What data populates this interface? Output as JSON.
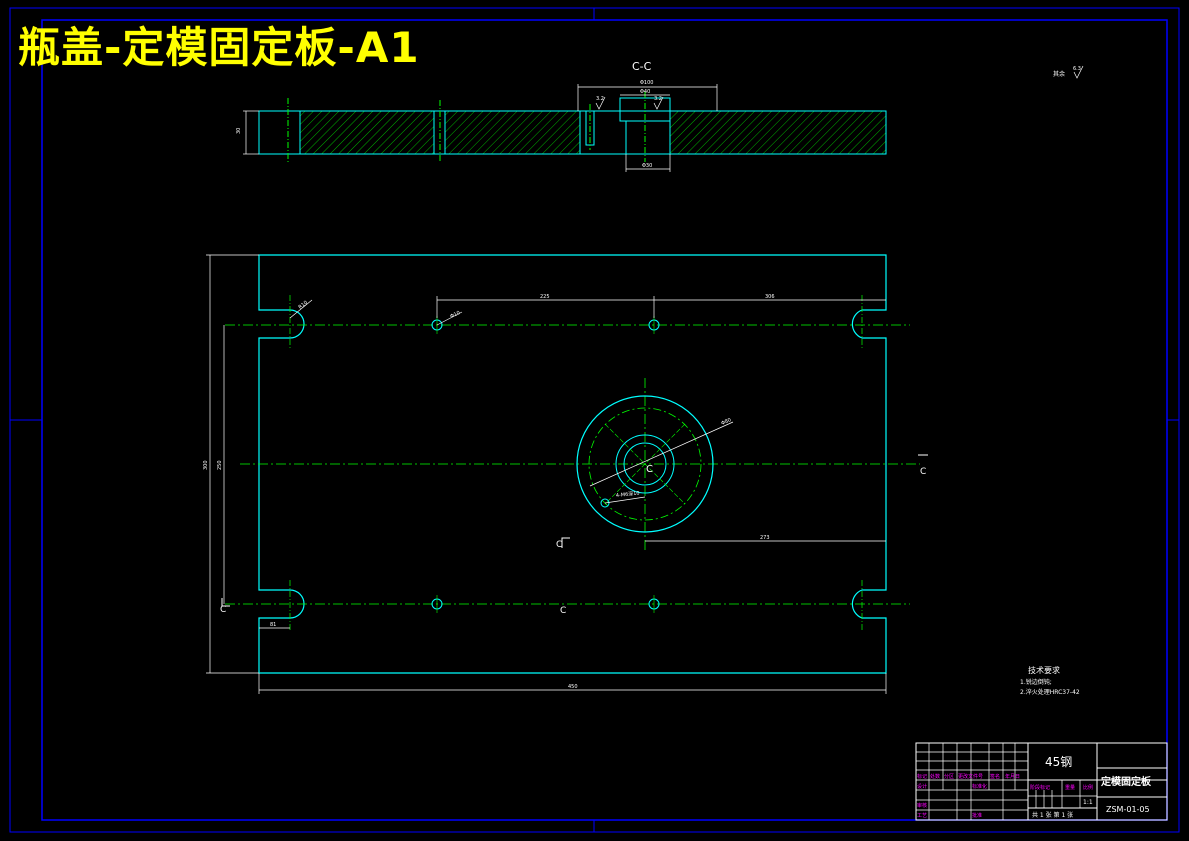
{
  "title": "瓶盖-定模固定板-A1",
  "colors": {
    "background": "#000000",
    "frame": "#0000ff",
    "outline": "#00ffff",
    "center": "#00ff00",
    "dimension": "#ffffff",
    "hatch": "#00ff00",
    "title_text": "#ffff00",
    "table_label": "#ff00ff"
  },
  "section_view": {
    "label": "C-C",
    "dims": {
      "width_top": "Φ100",
      "bore_top": "Φ40",
      "bore_bottom": "Φ30",
      "thickness": "30"
    },
    "roughness_1": "3.2",
    "roughness_2": "3.2"
  },
  "plan_view": {
    "dims": {
      "overall_width": "450",
      "overall_height": "300",
      "inner_height": "250",
      "slot_offset": "81",
      "hole_left": "225",
      "hole_right": "306",
      "center_to_right": "273",
      "ring_dia": "Φ80",
      "slot_radius": "R10",
      "hole_label": "Φ10",
      "bolt_circle": "4-M6深10"
    },
    "section_marks": [
      "C",
      "C",
      "C",
      "C"
    ]
  },
  "roughness_note": "其余",
  "roughness_value": "6.3",
  "tech_req": {
    "title": "技术要求",
    "items": [
      "1.锐边倒钝;",
      "2.淬火处理HRC37-42"
    ]
  },
  "title_block": {
    "material": "45钢",
    "part_name": "定模固定板",
    "drawing_no": "ZSM-01-05",
    "scale": "1:1",
    "sheet_info": "共 1 张  第 1 张",
    "labels": {
      "mark": "标记",
      "count": "处数",
      "zone": "分区",
      "change_doc": "更改文件号",
      "sign": "签名",
      "date": "年月日",
      "design": "设计",
      "standardize": "标准化",
      "stage_mark": "阶段标记",
      "weight": "重量",
      "ratio": "比例",
      "review": "审核",
      "process": "工艺",
      "approve": "批准"
    }
  }
}
